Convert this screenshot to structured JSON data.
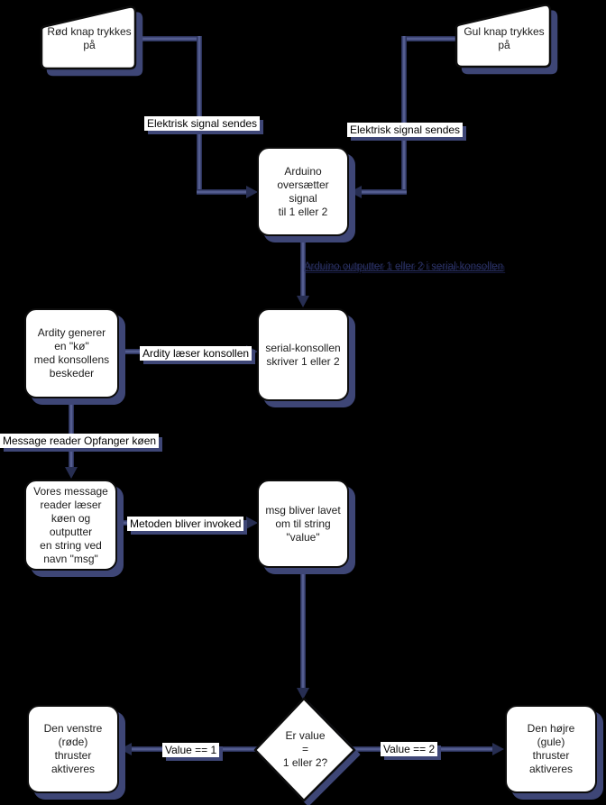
{
  "diagram": {
    "background": "#000000",
    "shadow_color": "#3e4676",
    "line_color": "#545d90",
    "line_edge_color": "#2c335c",
    "arrow_color": "#272e52",
    "node_fill": "#ffffff",
    "node_border": "#0c0c0c",
    "link_text_color": "#2b3263",
    "nodes": {
      "red_button": "Rød knap trykkes\npå",
      "yellow_button": "Gul knap trykkes\npå",
      "arduino": "Arduino\noversætter signal\ntil 1 eller 2",
      "serial_console": "serial-konsollen\nskriver 1 eller 2",
      "ardity": "Ardity generer\nen \"kø\"\nmed konsollens\nbeskeder",
      "message_reader": "Vores message\nreader læser\nkøen og outputter\nen string ved\nnavn \"msg\"",
      "msg_value": "msg bliver lavet\nom til string\n\"value\"",
      "decision": "Er value\n=\n1 eller 2?",
      "left_thruster": "Den venstre\n(røde)\nthruster aktiveres",
      "right_thruster": "Den højre\n(gule)\nthruster aktiveres"
    },
    "edge_labels": {
      "electric_left": "Elektrisk signal sendes",
      "electric_right": "Elektrisk signal sendes",
      "arduino_output": "Arduino outputter 1 eller 2 i serial-konsollen",
      "ardity_reads": "Ardity læser konsollen",
      "reader_catches": "Message reader Opfanger køen",
      "method_invoked": "Metoden bliver invoked",
      "value_1": "Value == 1",
      "value_2": "Value == 2"
    }
  }
}
